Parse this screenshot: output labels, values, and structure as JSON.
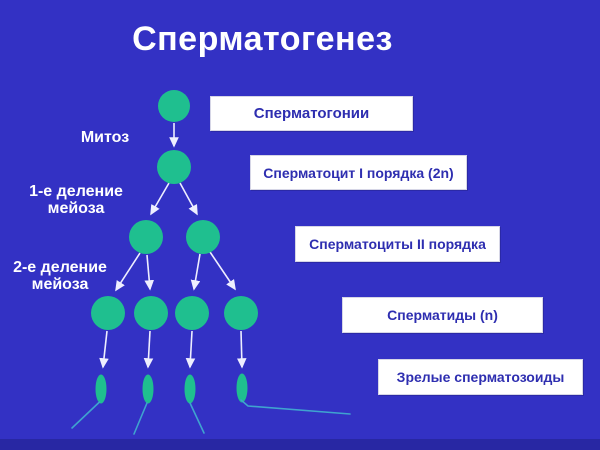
{
  "slide": {
    "title": "Сперматогенез"
  },
  "stage_labels": {
    "mitosis": "Митоз",
    "meiosis1": "1-е деление\nмейоза",
    "meiosis2": "2-е деление\nмейоза"
  },
  "boxes": [
    {
      "label": "Сперматогонии"
    },
    {
      "label": "Сперматоцит I порядка (2n)"
    },
    {
      "label": "Сперматоциты II порядка"
    },
    {
      "label": "Сперматиды (n)"
    },
    {
      "label": "Зрелые сперматозоиды"
    }
  ],
  "diagram": {
    "type": "tree",
    "rows": [
      {
        "stage": "Сперматогонии",
        "cell_count": 1
      },
      {
        "stage": "Сперматоцит I порядка (2n)",
        "cell_count": 1
      },
      {
        "stage": "Сперматоциты II порядка",
        "cell_count": 2
      },
      {
        "stage": "Сперматиды (n)",
        "cell_count": 4
      },
      {
        "stage": "Зрелые сперматозоиды",
        "cell_count": 4
      }
    ],
    "divisions": [
      "Митоз",
      "1-е деление мейоза",
      "2-е деление мейоза"
    ]
  },
  "colors": {
    "background": "#3331c4",
    "cell": "#1fbf8f",
    "arrow": "#eeeeff",
    "tail": "#3fa3cf",
    "box_text": "#2e2eb0"
  }
}
